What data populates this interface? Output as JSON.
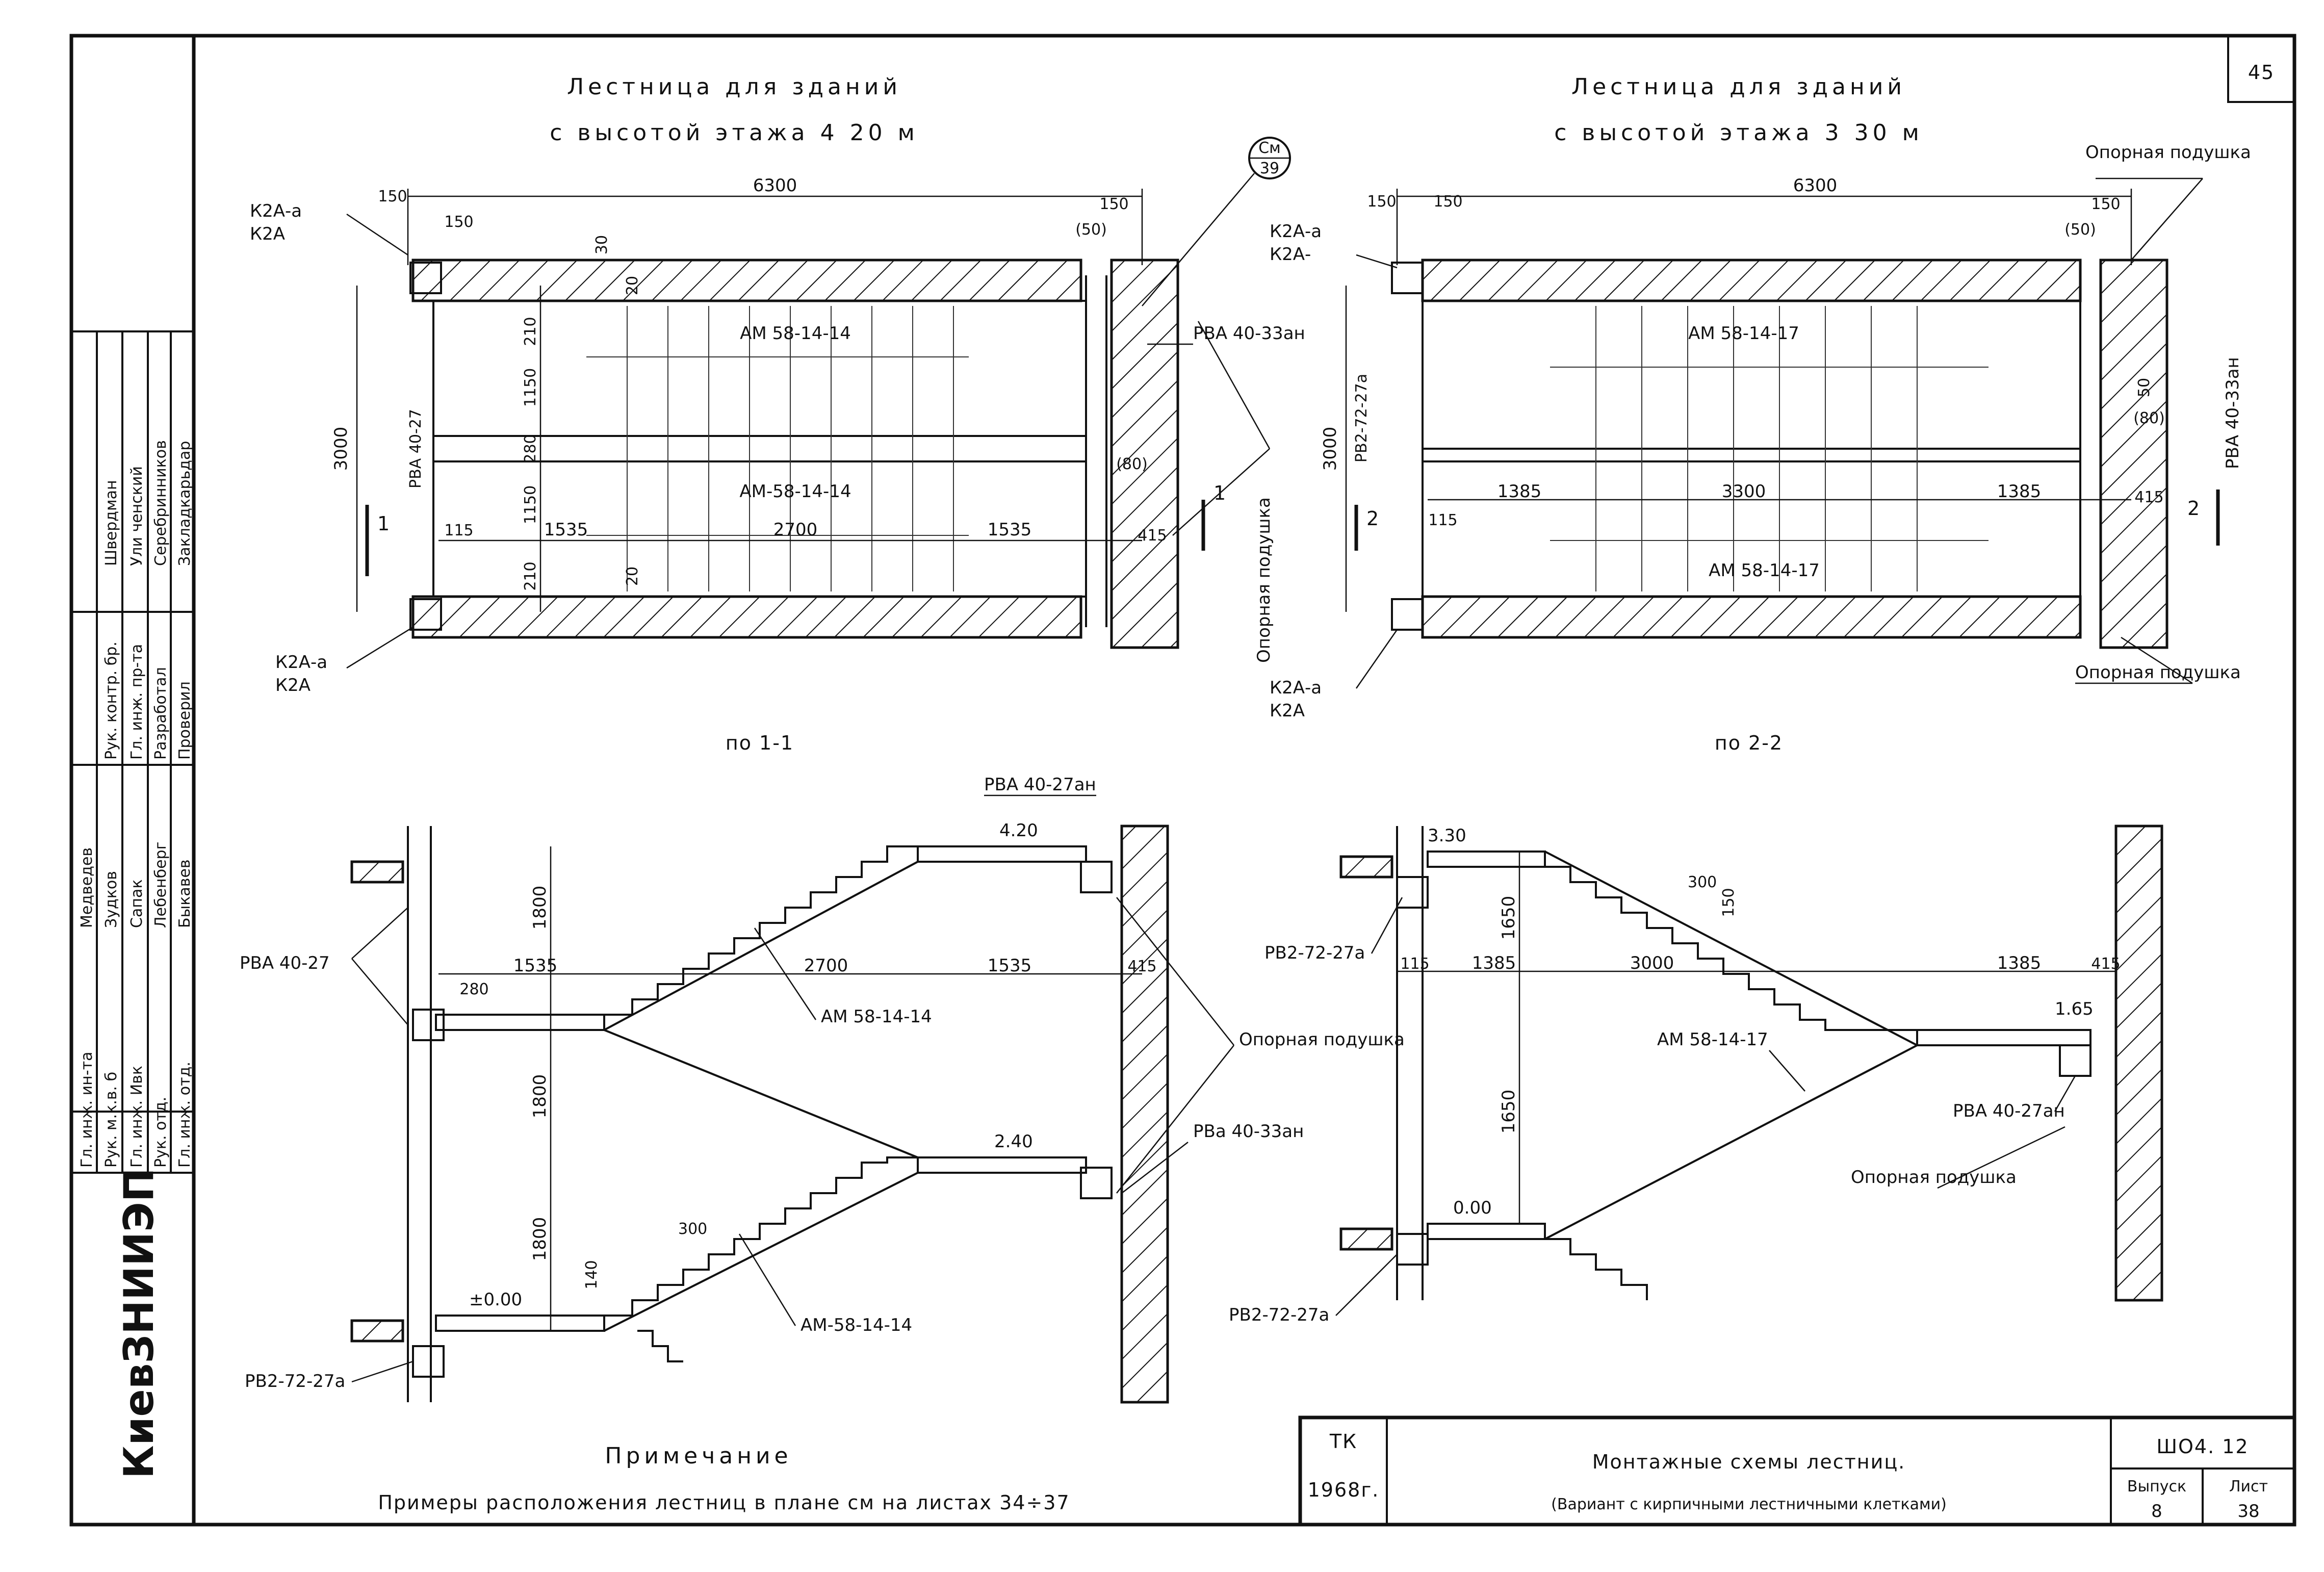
{
  "sheet": {
    "page_number": "45",
    "organization": "КиевЗНИИЭП",
    "staff_left": [
      "Гл. инж. ин-та",
      "Рук. м.к.в. б",
      "Гл. инж. Ивк",
      "Рук. отд.",
      "Гл. инж. отд."
    ],
    "staff_names_left": [
      "Медведев",
      "Зудков",
      "Сапак",
      "Лебенберг",
      "Быкавев"
    ],
    "staff_right": [
      "Рук. контр. бр.",
      "Гл. инж. пр-та",
      "Разработал",
      "Проверил"
    ],
    "staff_names_right": [
      "Швердман",
      "Ули ченский",
      "Серебринников",
      "Закладкарьдар"
    ]
  },
  "plan_left": {
    "title_line1": "Лестница для зданий",
    "title_line2": "с высотой этажа 4 20 м",
    "dim_total": "6300",
    "dim_150a": "150",
    "dim_150b": "150",
    "dim_150c": "150",
    "dim_50": "(50)",
    "dim_3000": "3000",
    "dim_210a": "210",
    "dim_1150a": "1150",
    "dim_280": "280",
    "dim_1150b": "1150",
    "dim_210b": "210",
    "dim_115": "115",
    "dim_1535a": "1535",
    "dim_2700": "2700",
    "dim_1535b": "1535",
    "dim_415": "415",
    "dim_30": "30",
    "dim_80": "(80)",
    "dim_20a": "20",
    "dim_20b": "20",
    "label_k2a_top": "К2А-а",
    "label_k2a_top2": "К2А",
    "label_k2a_bot": "К2А-а",
    "label_k2a_bot2": "К2А",
    "label_am_top": "АМ 58-14-14",
    "label_am_bot": "АМ-58-14-14",
    "label_pb": "РВА 40-27",
    "label_pb_right": "РВА 40-33ан",
    "label_cut": "1",
    "circle_top": "См",
    "circle_bot": "39",
    "label_support": "Опорная подушка"
  },
  "plan_right": {
    "title_line1": "Лестница для зданий",
    "title_line2": "с высотой этажа 3 30 м",
    "dim_total": "6300",
    "dim_150a": "150",
    "dim_150b": "150",
    "dim_150c": "150",
    "dim_50": "(50)",
    "dim_3000": "3000",
    "dim_115": "115",
    "dim_1385a": "1385",
    "dim_3300": "3300",
    "dim_1385b": "1385",
    "dim_415": "415",
    "dim_50b": "50",
    "dim_80": "(80)",
    "label_k2a_top": "К2А-а",
    "label_k2a_top2": "К2А-",
    "label_k2a_bot": "К2А-а",
    "label_k2a_bot2": "К2А",
    "label_am_top": "АМ 58-14-17",
    "label_am_bot": "АМ 58-14-17",
    "label_pb": "РВ2-72-27а",
    "label_pb_right": "РВА 40-33ан",
    "label_cut": "2",
    "label_support_top": "Опорная подушка",
    "label_support_bot": "Опорная подушка"
  },
  "section_left": {
    "title": "по 1-1",
    "label_top_slab": "РВА 40-27ан",
    "level_top": "4.20",
    "level_mid": "2.40",
    "level_bot": "±0.00",
    "dim_1800a": "1800",
    "dim_1800b": "1800",
    "dim_1800c": "1800",
    "dim_280": "280",
    "dim_1535a": "1535",
    "dim_2700": "2700",
    "dim_1535b": "1535",
    "dim_415": "415",
    "dim_300": "300",
    "dim_140": "140",
    "label_pb_left": "РВА 40-27",
    "label_am_top": "АМ 58-14-14",
    "label_am_bot": "АМ-58-14-14",
    "label_pb_right": "РВа 40-33ан",
    "label_pb_bottom": "РВ2-72-27а",
    "label_support": "Опорная подушка"
  },
  "section_right": {
    "title": "по 2-2",
    "level_top": "3.30",
    "level_mid": "1.65",
    "level_bot": "0.00",
    "dim_1650a": "1650",
    "dim_1650b": "1650",
    "dim_300": "300",
    "dim_150": "150",
    "dim_115": "115",
    "dim_1385a": "1385",
    "dim_3000": "3000",
    "dim_1385b": "1385",
    "dim_415": "415",
    "label_pb_left": "РВ2-72-27а",
    "label_am": "АМ 58-14-17",
    "label_pb_right": "РВА 40-27ан",
    "label_pb_bottom": "РВ2-72-27а",
    "label_support": "Опорная подушка"
  },
  "note": {
    "title": "Примечание",
    "text": "Примеры расположения лестниц в плане см на листах 34÷37"
  },
  "title_block": {
    "code": "ТК",
    "year": "1968г.",
    "title_line1": "Монтажные схемы лестниц.",
    "title_line2": "(Вариант с кирпичными лестничными клетками)",
    "series": "ШО4. 12",
    "issue_label": "Выпуск",
    "issue_value": "8",
    "sheet_label": "Лист",
    "sheet_value": "38"
  }
}
